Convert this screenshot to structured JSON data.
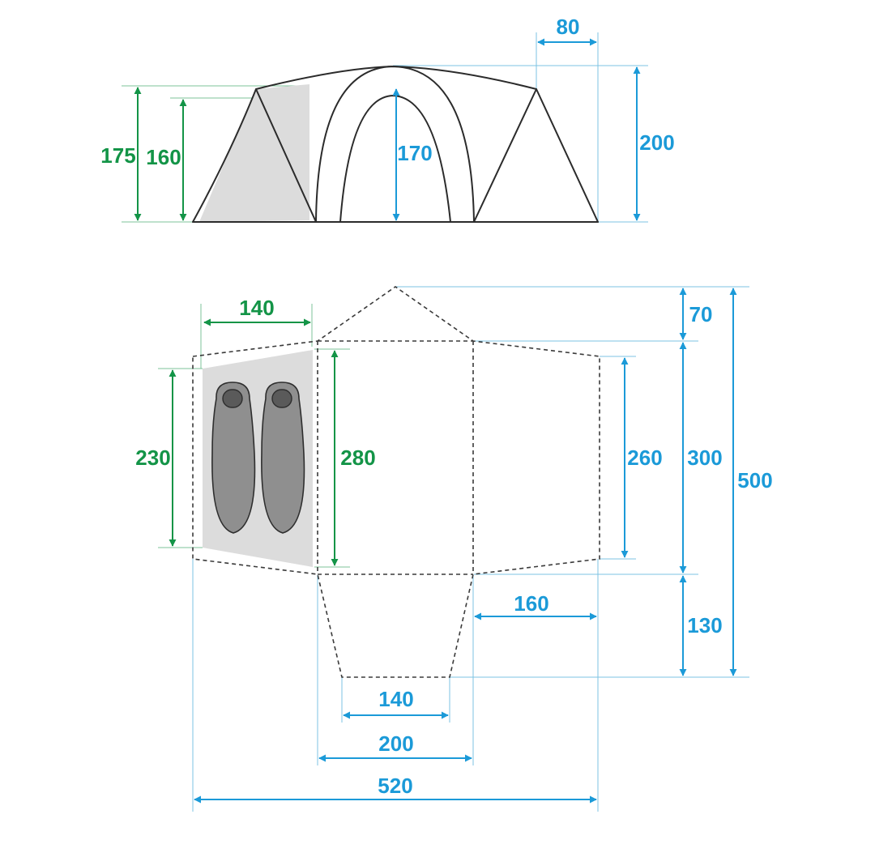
{
  "side_view": {
    "height_outer_label": "175",
    "height_inner_label": "160",
    "center_height_label": "170",
    "total_height_label": "200",
    "rear_width_label": "80"
  },
  "floor_plan": {
    "bedroom_width_label": "140",
    "bedroom_depth_label": "230",
    "bedroom_height_side_label": "280",
    "living_depth_label": "260",
    "body_depth_label": "300",
    "total_depth_label": "500",
    "front_porch_label": "70",
    "rear_porch_label": "130",
    "rear_right_label": "160",
    "rear_narrow_label": "140",
    "center_width_label": "200",
    "total_length_label": "520"
  },
  "colors": {
    "metric_blue": "#1b9ad8",
    "metric_green": "#139447",
    "bedroom_fill": "#dcdcdc",
    "outline": "#2b2b2b"
  }
}
